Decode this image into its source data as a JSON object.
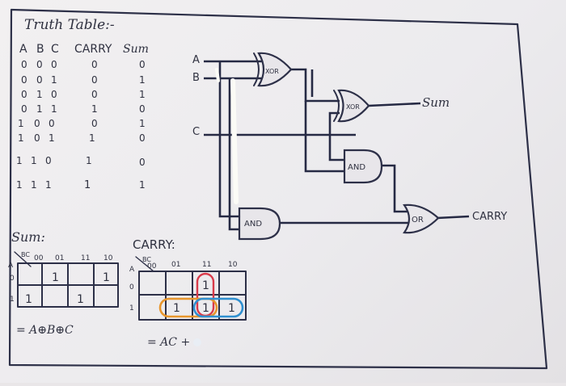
{
  "truth_table": {
    "title": "Truth Table:-",
    "headers": [
      "A",
      "B",
      "C",
      "CARRY",
      "Sum"
    ],
    "rows": [
      [
        "0",
        "0",
        "0",
        "0",
        "0"
      ],
      [
        "0",
        "0",
        "1",
        "0",
        "1"
      ],
      [
        "0",
        "1",
        "0",
        "0",
        "1"
      ],
      [
        "0",
        "1",
        "1",
        "1",
        "0"
      ],
      [
        "1",
        "0",
        "0",
        "0",
        "1"
      ],
      [
        "1",
        "0",
        "1",
        "1",
        "0"
      ],
      [
        "1",
        "1",
        "0",
        "1",
        "0"
      ],
      [
        "1",
        "1",
        "1",
        "1",
        "1"
      ]
    ]
  },
  "circuit": {
    "input_labels": [
      "A",
      "B",
      "C"
    ],
    "gates": [
      "XOR",
      "XOR",
      "AND",
      "AND",
      "OR"
    ],
    "output_sum": "Sum",
    "output_carry": "CARRY"
  },
  "kmap_sum": {
    "title": "Sum:",
    "corner_top": "BC",
    "corner_left": "A",
    "col_headers": [
      "00",
      "01",
      "11",
      "10"
    ],
    "row_headers": [
      "0",
      "1"
    ],
    "cells": [
      [
        "",
        "1",
        "",
        "1"
      ],
      [
        "1",
        "",
        "1",
        ""
      ]
    ],
    "expression": "= A⊕B⊕C"
  },
  "kmap_carry": {
    "title": "CARRY:",
    "corner_top": "BC",
    "corner_left": "A",
    "col_headers": [
      "00",
      "01",
      "11",
      "10"
    ],
    "row_headers": [
      "0",
      "1"
    ],
    "cells": [
      [
        "",
        "",
        "1",
        ""
      ],
      [
        "",
        "1",
        "1",
        "1"
      ]
    ],
    "expression": "= AC +",
    "group_colors": {
      "red": "#d83a4a",
      "orange": "#e8962c",
      "blue": "#2f8fd0"
    }
  }
}
